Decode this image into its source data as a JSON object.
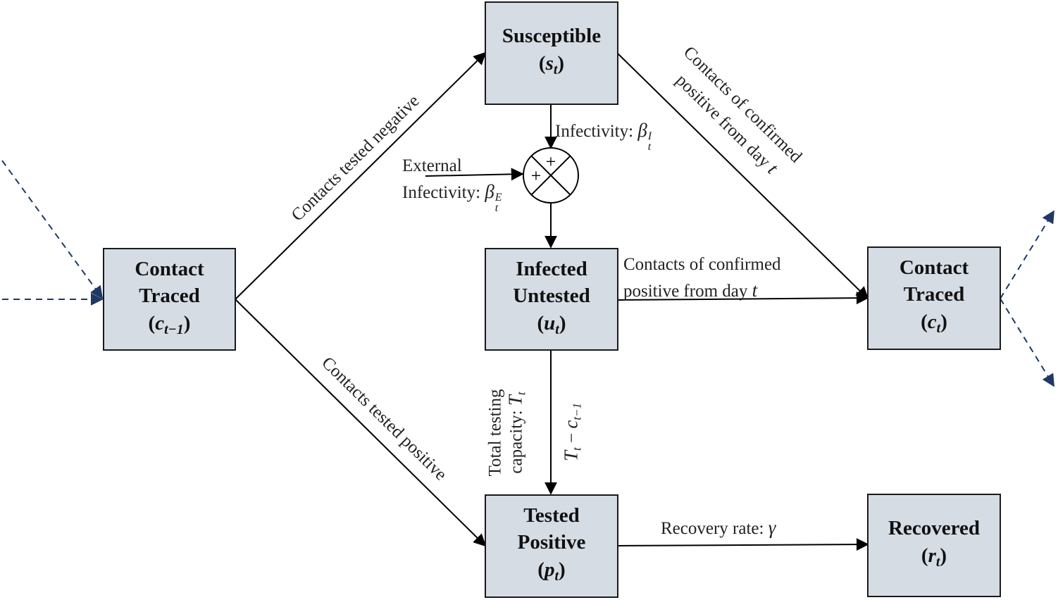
{
  "nodes": {
    "susceptible": {
      "title": "Susceptible",
      "var": "s",
      "sub": "t"
    },
    "contact_prev": {
      "title": "Contact Traced",
      "title1": "Contact",
      "title2": "Traced",
      "var": "c",
      "sub": "t−1"
    },
    "infected": {
      "title1": "Infected",
      "title2": "Untested",
      "var": "u",
      "sub": "t"
    },
    "contact_curr": {
      "title1": "Contact",
      "title2": "Traced",
      "var": "c",
      "sub": "t"
    },
    "tested": {
      "title1": "Tested",
      "title2": "Positive",
      "var": "p",
      "sub": "t"
    },
    "recovered": {
      "title": "Recovered",
      "var": "r",
      "sub": "t"
    }
  },
  "labels": {
    "tested_negative": "Contacts tested negative",
    "tested_positive": "Contacts tested positive",
    "infectivity_text": "Infectivity: ",
    "infectivity_sym": "β",
    "infectivity_sub": "t",
    "infectivity_sup": "I",
    "external_line1": "External",
    "external_line2": "Infectivity: ",
    "external_sym": "β",
    "external_sub": "t",
    "external_sup": "E",
    "contacts_confirmed_diag_line1": "Contacts of confirmed",
    "contacts_confirmed_diag_line2": "positive from day ",
    "contacts_confirmed_diag_sym": "t",
    "contacts_confirmed_h_line1": "Contacts of confirmed",
    "contacts_confirmed_h_line2": "positive from day ",
    "contacts_confirmed_h_sym": "t",
    "total_testing_line1": "Total testing",
    "total_testing_line2": "capacity: ",
    "total_testing_sym": "T",
    "total_testing_sub": "t",
    "testing_formula_T": "T",
    "testing_formula_Tsub": "t",
    "testing_formula_minus": " − ",
    "testing_formula_c": "c",
    "testing_formula_csub": "t−1",
    "recovery_text": "Recovery rate: ",
    "recovery_sym": "γ",
    "sum_plus_top": "+",
    "sum_plus_left": "+"
  },
  "colors": {
    "node_fill": "#d6dce4",
    "node_border": "#1a1a1a",
    "arrow": "#000000",
    "dashed_arrow": "#1f3864"
  }
}
